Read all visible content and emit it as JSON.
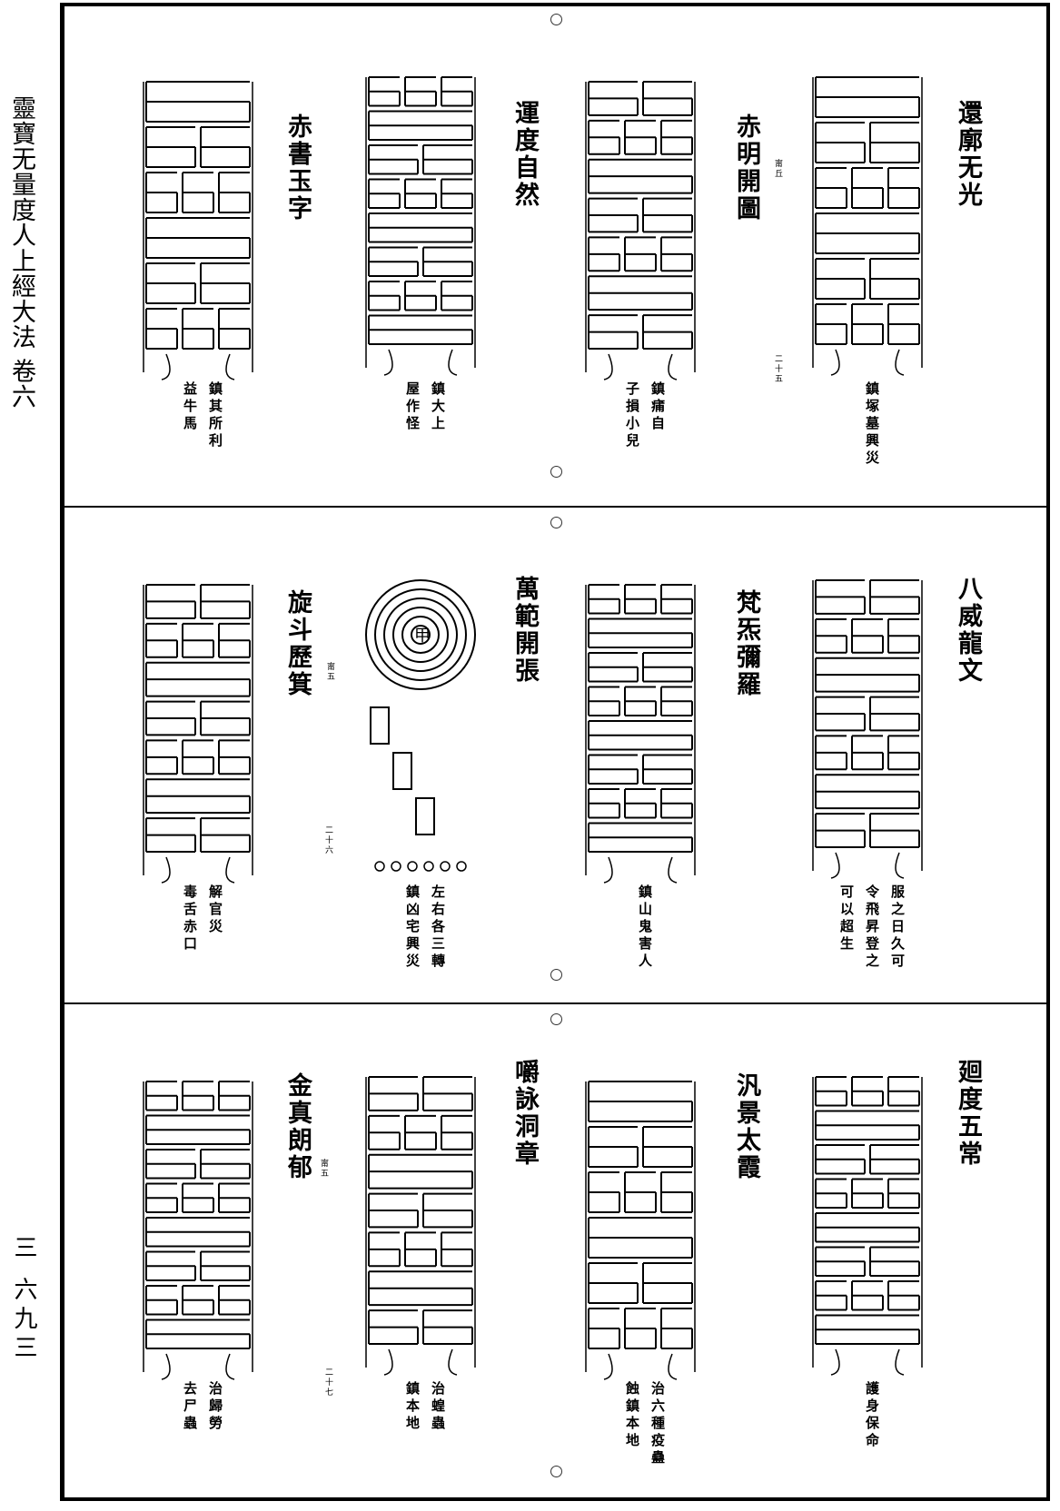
{
  "margin": {
    "book_title": "靈寶无量度人上經大法 卷六",
    "page_number": "三 六九三"
  },
  "rows": [
    {
      "items": [
        {
          "title": "還廓无光",
          "notes": [
            "鎮塚墓興災"
          ]
        },
        {
          "title": "赤明開圖",
          "notes": [
            "鎮痡自",
            "子損小兒"
          ]
        },
        {
          "title": "運度自然",
          "notes": [
            "鎮大上",
            "屋作怪"
          ]
        },
        {
          "title": "赤書玉字",
          "notes": [
            "鎮其所利",
            "益牛馬"
          ]
        }
      ],
      "small_marks": [
        "甯丘",
        "二十五"
      ]
    },
    {
      "items": [
        {
          "title": "八威龍文",
          "notes": [
            "服之日久可",
            "令飛昇登之",
            "可以超生"
          ]
        },
        {
          "title": "梵炁彌羅",
          "notes": [
            "鎮山鬼害人"
          ]
        },
        {
          "title": "萬範開張",
          "notes": [
            "左右各三轉",
            "鎮凶宅興災"
          ]
        },
        {
          "title": "旋斗歷箕",
          "notes": [
            "解官災",
            "毒舌赤口"
          ]
        }
      ],
      "small_marks": [
        "甯五",
        "二十六"
      ]
    },
    {
      "items": [
        {
          "title": "廻度五常",
          "notes": [
            "護身保命"
          ]
        },
        {
          "title": "汎景太霞",
          "notes": [
            "治六種疫蠱",
            "蝕鎮本地"
          ]
        },
        {
          "title": "嚼詠洞章",
          "notes": [
            "治蝗蟲",
            "鎮本地"
          ]
        },
        {
          "title": "金真朗郁",
          "notes": [
            "治歸勞",
            "去尸蟲"
          ]
        }
      ],
      "small_marks": [
        "甯五",
        "二十七"
      ]
    }
  ]
}
